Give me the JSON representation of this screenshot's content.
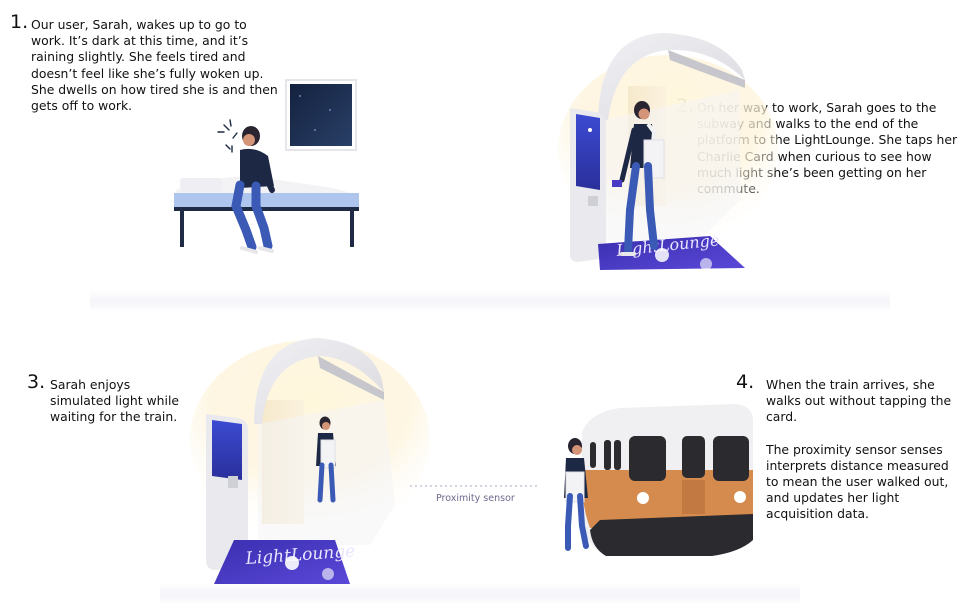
{
  "steps": [
    {
      "number": "1.",
      "text": "Our user, Sarah, wakes up to go to work. It’s dark at this time, and it’s raining slightly. She feels tired and doesn’t feel like she’s fully woken up. She dwells on how tired she is and then gets off to work."
    },
    {
      "number": "2.",
      "text": "On her way to work, Sarah goes to the subway and walks to the end of the platform to the LightLounge. She taps her Charlie Card when curious to see how much light she’s been getting on her commute."
    },
    {
      "number": "3.",
      "text": "Sarah enjoys simulated light while waiting for the train."
    },
    {
      "number": "4.",
      "text_paragraphs": [
        "When the train arrives, she walks out without tapping the card.",
        "The proximity sensor senses interprets distance measured to mean the user walked out, and updates her light acquisition data."
      ]
    }
  ],
  "labels": {
    "proximity_sensor": "Proximity sensor",
    "mat_brand": "LightLounge"
  },
  "colors": {
    "navy": "#1d2844",
    "denim": "#3a5ab5",
    "skin": "#d49478",
    "hair": "#2a2330",
    "mat_purple": "#4a3bc4",
    "bed_blue": "#aec6ee",
    "train_orange": "#d68b4e",
    "glow": "#fff3cc"
  },
  "icons": [
    "window-icon",
    "bed-icon",
    "kiosk-icon",
    "lamp-canopy-icon",
    "subway-train-icon",
    "sparkle-icon"
  ]
}
